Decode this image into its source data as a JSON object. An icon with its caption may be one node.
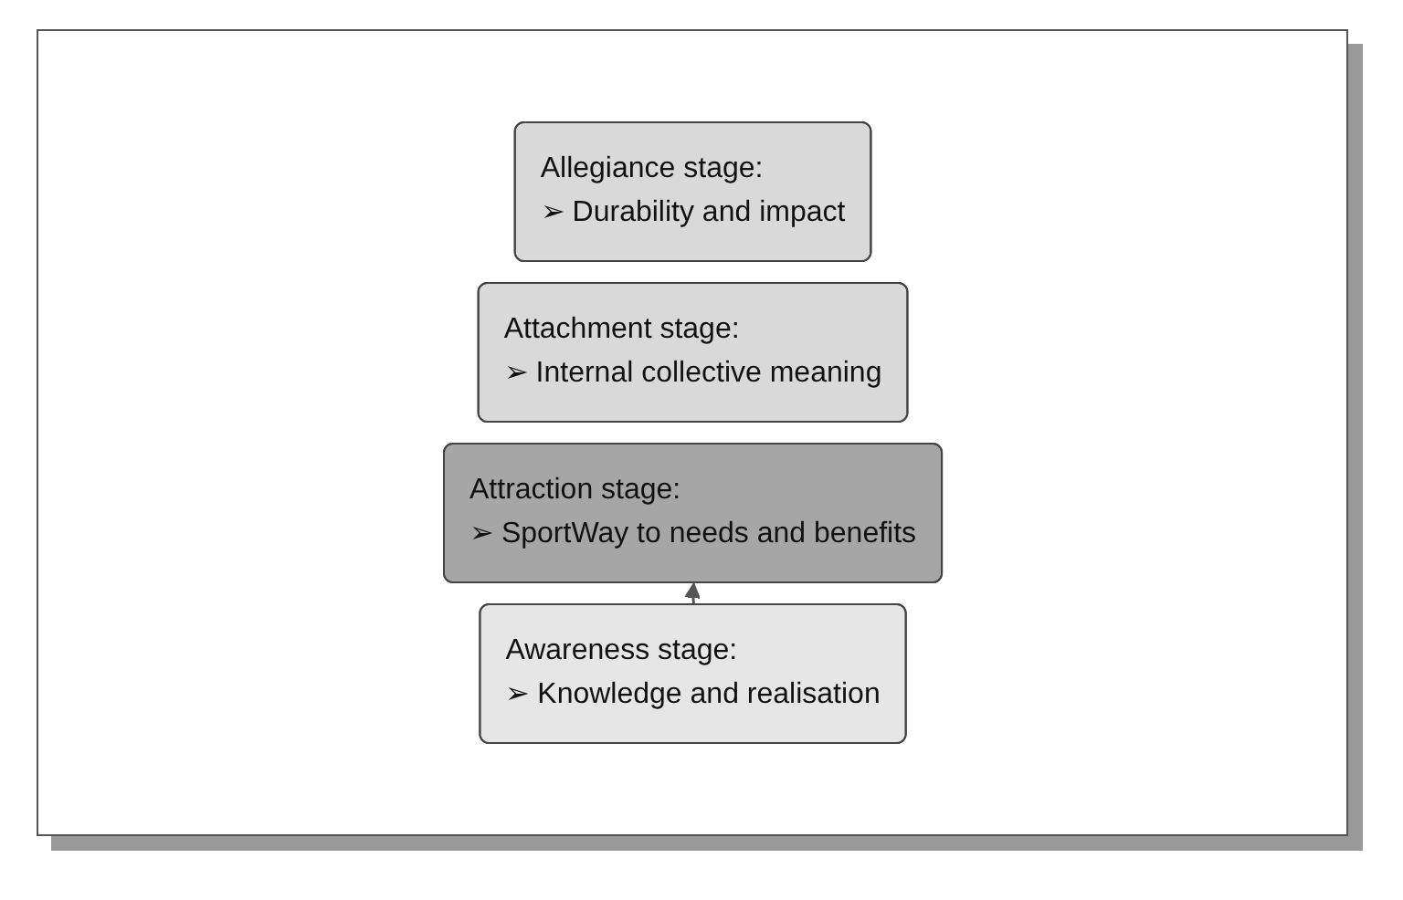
{
  "diagram": {
    "nodes": [
      {
        "text": [
          "Allegiance stage:",
          "➢ Durability and impact"
        ]
      },
      {
        "text": [
          "Attachment stage:",
          "➢ Internal collective meaning"
        ]
      },
      {
        "text": [
          "Attraction stage:",
          "➢ SportWay to needs and benefits"
        ]
      },
      {
        "text": [
          "Awareness stage:",
          "➢ Knowledge and realisation"
        ]
      }
    ],
    "edges": [
      {
        "from": 3,
        "to": 2,
        "arrow": "to"
      }
    ]
  }
}
